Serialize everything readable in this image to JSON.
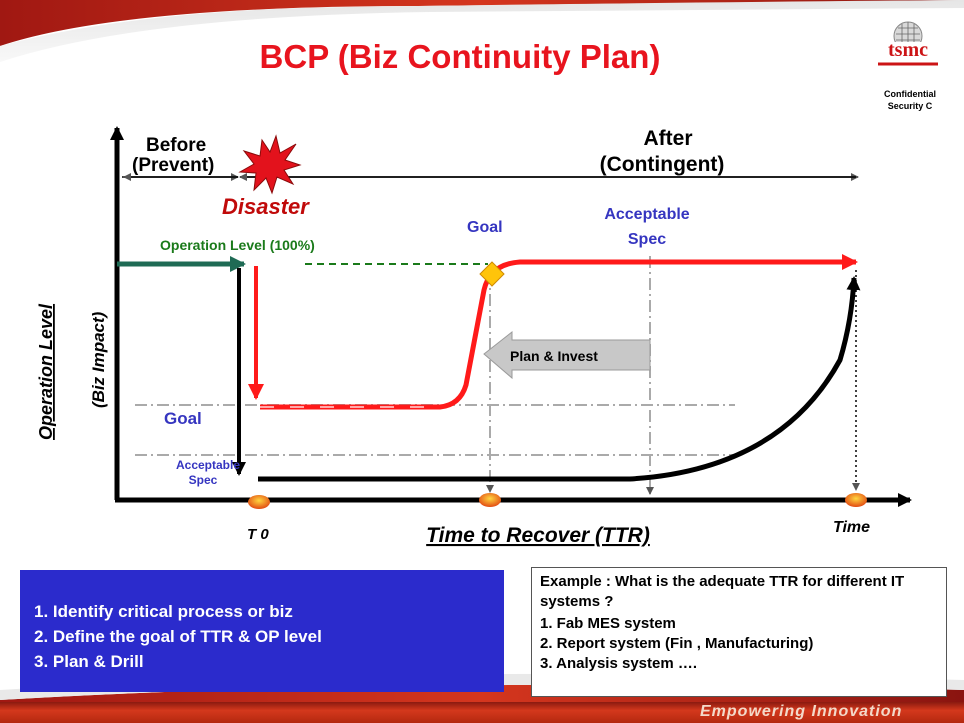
{
  "slide": {
    "title": "BCP  (Biz Continuity Plan)",
    "logo_text": "tsmc",
    "confidential": "Confidential",
    "security": "Security C",
    "tagline": "Empowering Innovation",
    "colors": {
      "title": "#e8141e",
      "blue_box": "#2b2bcc",
      "footer": "#b3280f"
    }
  },
  "diagram": {
    "before_line1": "Before",
    "before_line2": "(Prevent)",
    "after_line1": "After",
    "after_line2": "(Contingent)",
    "disaster": "Disaster",
    "operation_level_100": "Operation Level (100%)",
    "goal_top": "Goal",
    "acceptable_spec_top_1": "Acceptable",
    "acceptable_spec_top_2": "Spec",
    "plan_invest": "Plan  & Invest",
    "goal_left": "Goal",
    "acceptable_left_1": "Acceptable",
    "acceptable_left_2": "Spec",
    "y_axis_label": "Operation Level",
    "y_axis_sub": "(Biz Impact)",
    "t0": "T 0",
    "x_axis_label": "Time to Recover (TTR)",
    "time": "Time"
  },
  "steps": [
    "1.  Identify critical  process or biz",
    "2.  Define the goal of TTR & OP level",
    "3.  Plan & Drill"
  ],
  "example": {
    "title": "Example : What is the adequate TTR for different  IT systems ?",
    "items": [
      "1.   Fab MES system",
      "2.   Report system (Fin , Manufacturing)",
      "3.   Analysis system …."
    ]
  }
}
